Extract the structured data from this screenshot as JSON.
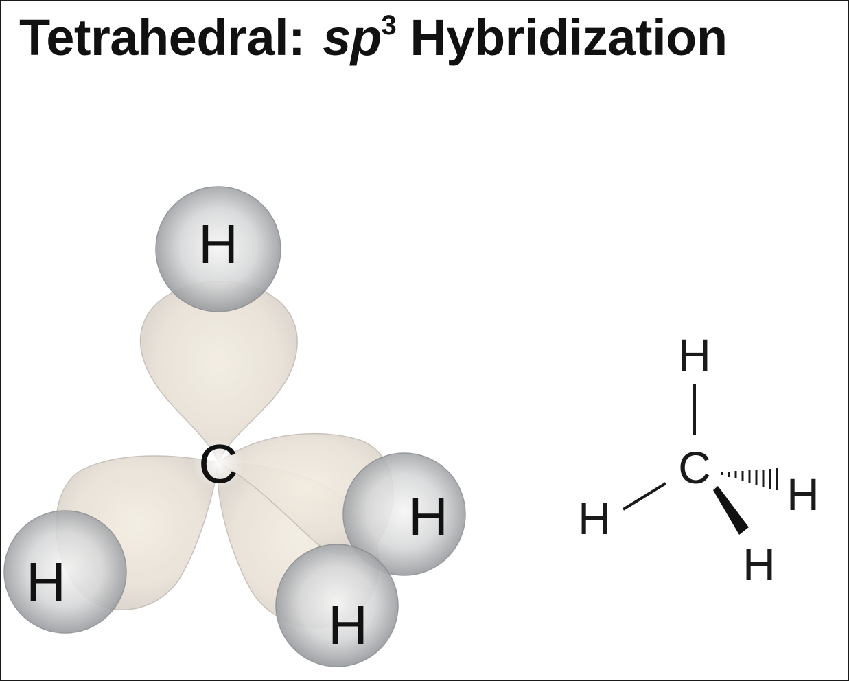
{
  "title": {
    "prefix": "Tetrahedral:",
    "italic": "sp",
    "superscript": "3",
    "suffix": "Hybridization"
  },
  "orbital_model": {
    "central_atom": "C",
    "hydrogens": [
      "H",
      "H",
      "H",
      "H"
    ]
  },
  "structural_formula": {
    "central_atom": "C",
    "top": "H",
    "left": "H",
    "right": "H",
    "bottom": "H"
  },
  "colors": {
    "lobe": "#e6dfd5",
    "atom_sphere": "#9c9fa3",
    "text": "#111111"
  }
}
